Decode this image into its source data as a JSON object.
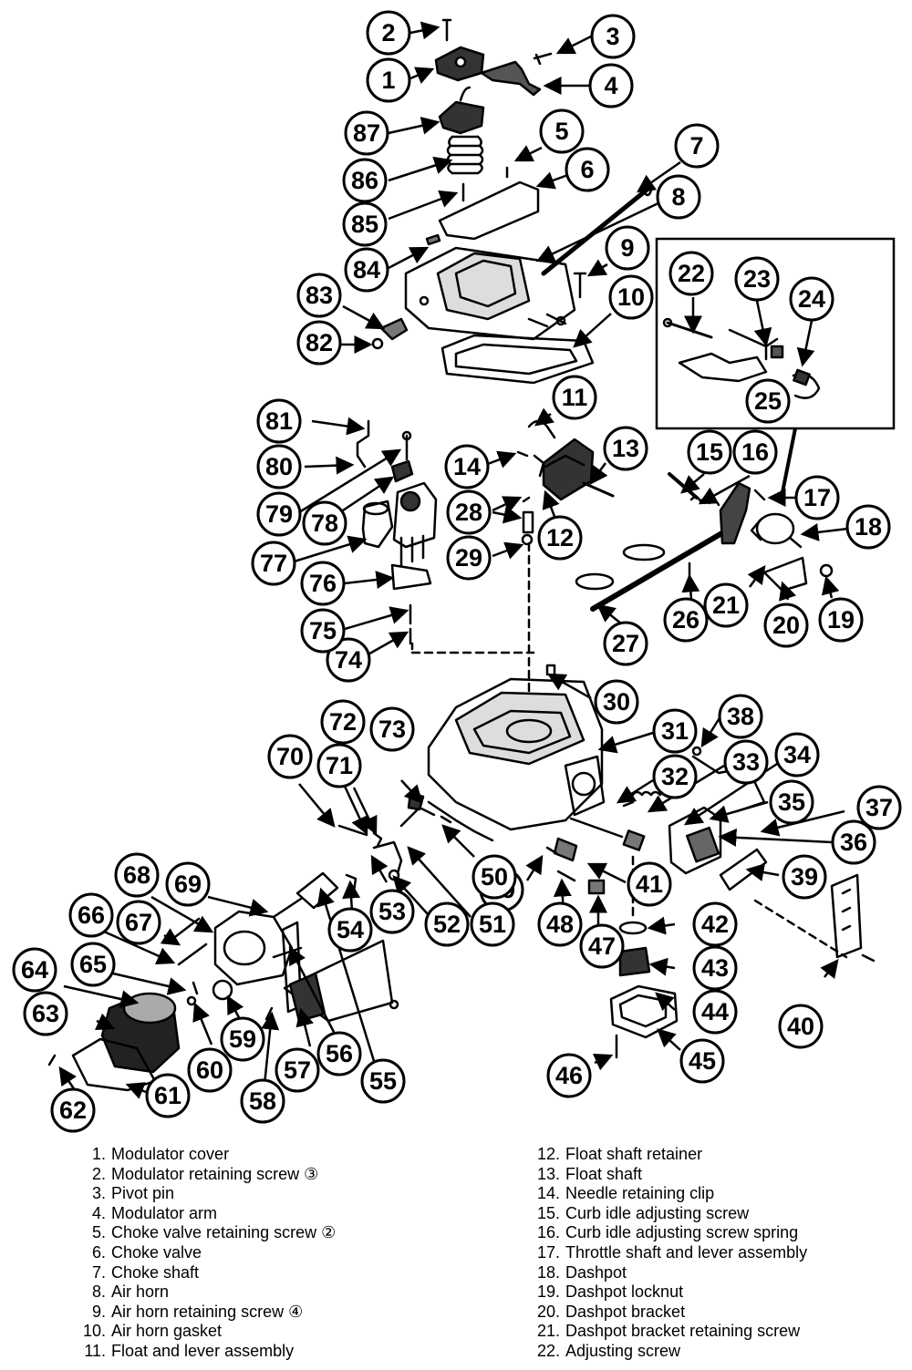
{
  "diagram": {
    "callouts": [
      "1",
      "2",
      "3",
      "4",
      "5",
      "6",
      "7",
      "8",
      "9",
      "10",
      "11",
      "12",
      "13",
      "14",
      "15",
      "16",
      "17",
      "18",
      "19",
      "20",
      "21",
      "22",
      "23",
      "24",
      "25",
      "26",
      "27",
      "28",
      "29",
      "30",
      "31",
      "32",
      "33",
      "34",
      "35",
      "36",
      "37",
      "38",
      "39",
      "40",
      "41",
      "42",
      "43",
      "44",
      "45",
      "46",
      "47",
      "48",
      "49",
      "50",
      "51",
      "52",
      "53",
      "54",
      "55",
      "56",
      "57",
      "58",
      "59",
      "60",
      "61",
      "62",
      "63",
      "64",
      "65",
      "66",
      "67",
      "68",
      "69",
      "70",
      "71",
      "72",
      "73",
      "74",
      "75",
      "76",
      "77",
      "78",
      "79",
      "80",
      "81",
      "82",
      "83",
      "84",
      "85",
      "86",
      "87"
    ]
  },
  "legend": {
    "left": [
      {
        "num": "1.",
        "text": "Modulator cover"
      },
      {
        "num": "2.",
        "text": "Modulator retaining screw ③"
      },
      {
        "num": "3.",
        "text": "Pivot pin"
      },
      {
        "num": "4.",
        "text": "Modulator arm"
      },
      {
        "num": "5.",
        "text": "Choke valve retaining screw ②"
      },
      {
        "num": "6.",
        "text": "Choke valve"
      },
      {
        "num": "7.",
        "text": "Choke shaft"
      },
      {
        "num": "8.",
        "text": "Air horn"
      },
      {
        "num": "9.",
        "text": "Air horn retaining screw ④"
      },
      {
        "num": "10.",
        "text": "Air horn gasket"
      },
      {
        "num": "11.",
        "text": "Float and lever assembly"
      }
    ],
    "right": [
      {
        "num": "12.",
        "text": "Float shaft retainer"
      },
      {
        "num": "13.",
        "text": "Float shaft"
      },
      {
        "num": "14.",
        "text": "Needle retaining clip"
      },
      {
        "num": "15.",
        "text": "Curb idle adjusting screw"
      },
      {
        "num": "16.",
        "text": "Curb idle adjusting screw spring"
      },
      {
        "num": "17.",
        "text": "Throttle shaft and lever assembly"
      },
      {
        "num": "18.",
        "text": "Dashpot"
      },
      {
        "num": "19.",
        "text": "Dashpot locknut"
      },
      {
        "num": "20.",
        "text": "Dashpot bracket"
      },
      {
        "num": "21.",
        "text": "Dashpot bracket retaining screw"
      },
      {
        "num": "22.",
        "text": "Adjusting screw"
      }
    ]
  }
}
